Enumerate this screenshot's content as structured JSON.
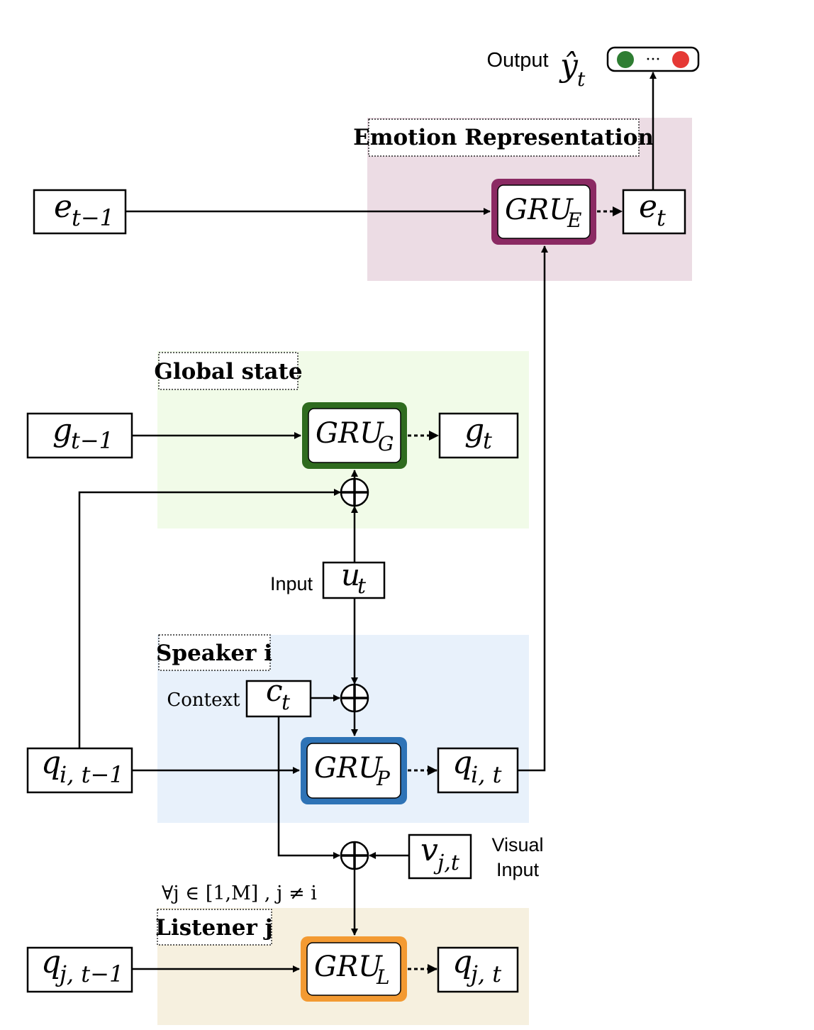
{
  "output": {
    "label": "Output",
    "symbol": "ŷ",
    "subscript": "t",
    "dots": "···",
    "dot_colors": [
      "#2e7d32",
      "#e53935"
    ]
  },
  "regions": {
    "emotion": {
      "title": "Emotion Representation",
      "color": "#ecdce4"
    },
    "global": {
      "title": "Global state",
      "color": "#f1fbe8"
    },
    "speaker": {
      "title": "Speaker i",
      "color": "#e8f1fb"
    },
    "listener": {
      "title": "Listener j",
      "color": "#f6f0df"
    }
  },
  "grus": {
    "emotion": {
      "main": "GRU",
      "sub": "E",
      "color": "#8b2a63"
    },
    "global": {
      "main": "GRU",
      "sub": "G",
      "color": "#2f6b1f"
    },
    "party": {
      "main": "GRU",
      "sub": "P",
      "color": "#2e73b6"
    },
    "listener": {
      "main": "GRU",
      "sub": "L",
      "color": "#f39a32"
    }
  },
  "vars": {
    "e_prev": {
      "main": "e",
      "sub": "t−1"
    },
    "e_t": {
      "main": "e",
      "sub": "t"
    },
    "g_prev": {
      "main": "g",
      "sub": "t−1"
    },
    "g_t": {
      "main": "g",
      "sub": "t"
    },
    "u_t": {
      "main": "u",
      "sub": "t"
    },
    "c_t": {
      "main": "c",
      "sub": "t"
    },
    "qi_prev": {
      "main": "q",
      "sub": "i, t−1"
    },
    "qi_t": {
      "main": "q",
      "sub": "i, t"
    },
    "v_jt": {
      "main": "v",
      "sub": "j,t"
    },
    "qj_prev": {
      "main": "q",
      "sub": "j, t−1"
    },
    "qj_t": {
      "main": "q",
      "sub": "j, t"
    }
  },
  "labels": {
    "input": "Input",
    "context": "Context",
    "visual_line1": "Visual",
    "visual_line2": "Input",
    "forall": "∀j ∈ [1,M] , j ≠ i"
  },
  "icons": {
    "sum": "circled-plus-icon",
    "arrow": "arrowhead-icon"
  }
}
